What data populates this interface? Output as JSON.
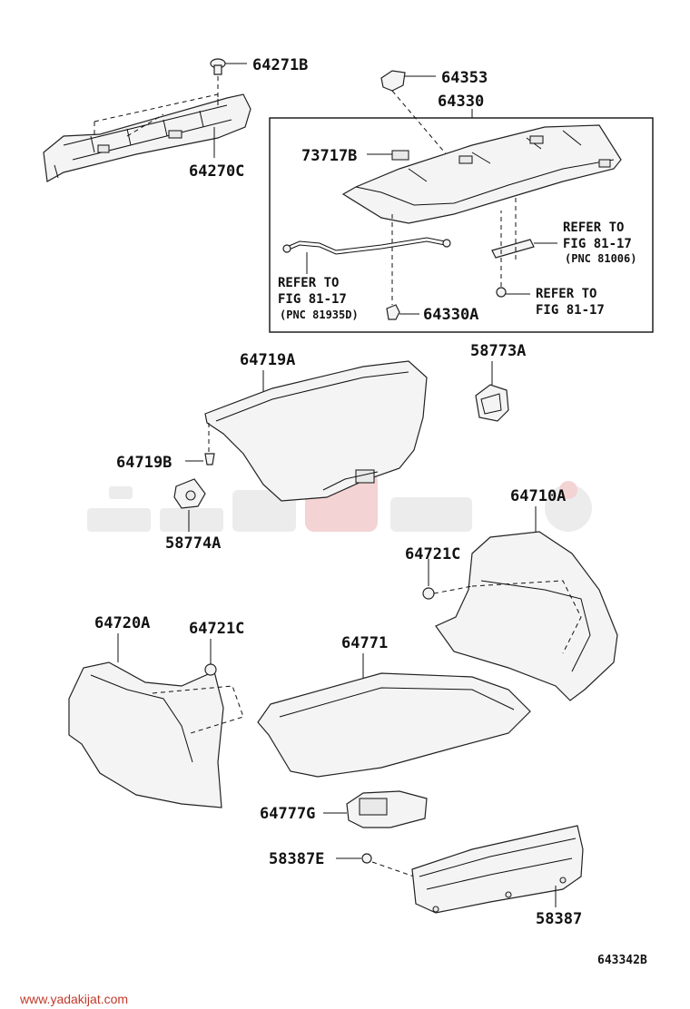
{
  "parts": {
    "p64271B": "64271B",
    "p64270C": "64270C",
    "p64353": "64353",
    "p64330": "64330",
    "p73717B": "73717B",
    "p64330A": "64330A",
    "p64719A": "64719A",
    "p64719B": "64719B",
    "p58773A": "58773A",
    "p58774A": "58774A",
    "p64710A": "64710A",
    "p64721C_right": "64721C",
    "p64720A": "64720A",
    "p64721C_left": "64721C",
    "p64771": "64771",
    "p64777G": "64777G",
    "p58387E": "58387E",
    "p58387": "58387"
  },
  "references": {
    "left": {
      "line1": "REFER TO",
      "line2": "FIG 81-17",
      "line3": "(PNC 81935D)"
    },
    "right_top": {
      "line1": "REFER TO",
      "line2": "FIG 81-17",
      "line3": "(PNC 81006)"
    },
    "right_bottom": {
      "line1": "REFER TO",
      "line2": "FIG 81-17"
    }
  },
  "figure_code": "643342B",
  "watermark_url": "www.yadakijat.com"
}
